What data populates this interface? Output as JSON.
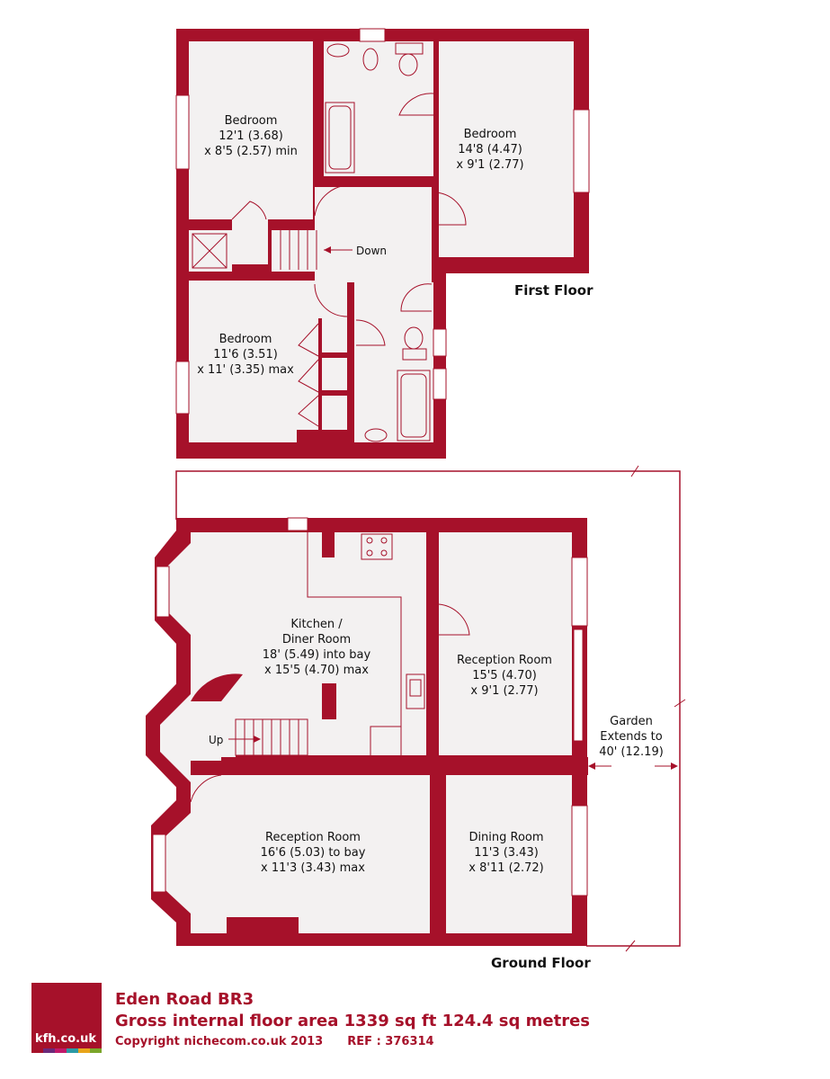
{
  "first_floor": {
    "label": "First Floor",
    "bedroom_1": {
      "name": "Bedroom",
      "dim1": "12'1 (3.68)",
      "dim2": "x 8'5 (2.57) min"
    },
    "bedroom_2": {
      "name": "Bedroom",
      "dim1": "14'8 (4.47)",
      "dim2": "x 9'1 (2.77)"
    },
    "bedroom_3": {
      "name": "Bedroom",
      "dim1": "11'6 (3.51)",
      "dim2": "x 11' (3.35) max"
    },
    "stairs_label": "Down"
  },
  "ground_floor": {
    "label": "Ground Floor",
    "kitchen": {
      "name1": "Kitchen /",
      "name2": "Diner Room",
      "dim1": "18' (5.49) into bay",
      "dim2": "x 15'5 (4.70) max"
    },
    "reception_1": {
      "name": "Reception Room",
      "dim1": "15'5 (4.70)",
      "dim2": "x 9'1 (2.77)"
    },
    "reception_2": {
      "name": "Reception Room",
      "dim1": "16'6 (5.03) to bay",
      "dim2": "x 11'3 (3.43) max"
    },
    "dining": {
      "name": "Dining Room",
      "dim1": "11'3 (3.43)",
      "dim2": "x 8'11 (2.72)"
    },
    "garden": {
      "line1": "Garden",
      "line2": "Extends to",
      "line3": "40' (12.19)"
    },
    "stairs_label": "Up"
  },
  "footer": {
    "address": "Eden Road  BR3",
    "area": "Gross internal floor area 1339 sq ft 124.4 sq metres",
    "copyright": "Copyright nichecom.co.uk 2013",
    "ref": "REF : 376314",
    "logo": "kfh.co.uk"
  },
  "colors": {
    "wall": "#a6112a",
    "floor": "#f3f1f1"
  }
}
